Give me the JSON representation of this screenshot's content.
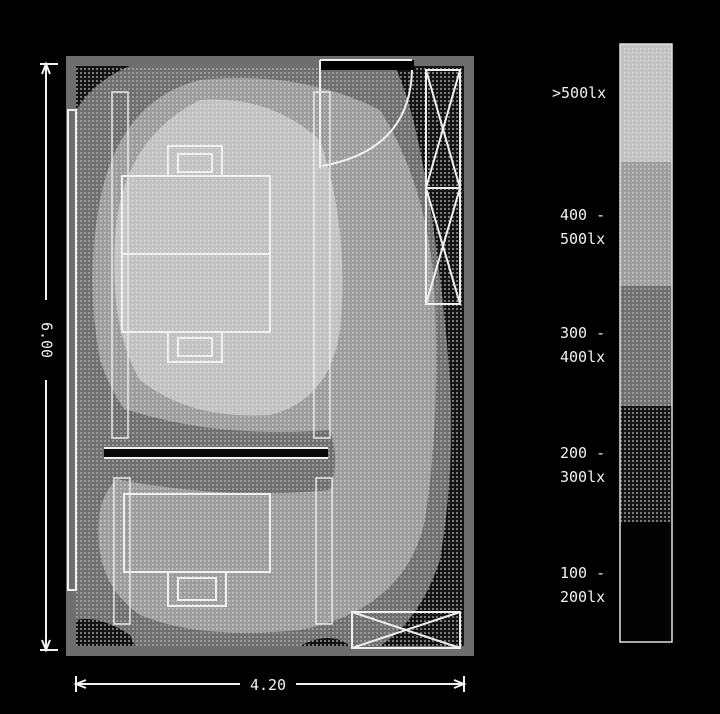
{
  "dimensions": {
    "height_label": "6.00",
    "width_label": "4.20"
  },
  "legend": {
    "bands": [
      {
        "line1": ">500lx",
        "line2": "",
        "color": "#c7c7c7",
        "pattern": "pat-fine-light"
      },
      {
        "line1": "400 -",
        "line2": "500lx",
        "color": "#a6a6a6",
        "pattern": "pat-mid"
      },
      {
        "line1": "300 -",
        "line2": "400lx",
        "color": "#7d7d7d",
        "pattern": "pat-mid-dark"
      },
      {
        "line1": "200 -",
        "line2": "300lx",
        "color": "#3a3a3a",
        "pattern": "pat-dark"
      },
      {
        "line1": "100 -",
        "line2": "200lx",
        "color": "#050505",
        "pattern": "pat-black"
      }
    ]
  },
  "colors": {
    "background": "#000000",
    "room_border": "#6e6e6e",
    "lines": "#f0f0f0"
  }
}
